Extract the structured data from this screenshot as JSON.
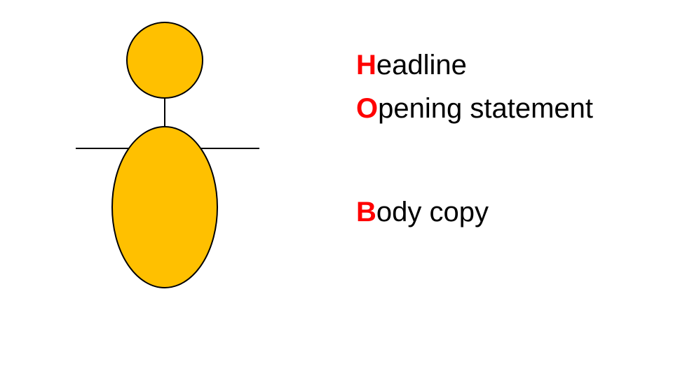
{
  "colors": {
    "figure_fill": "#FFC000",
    "figure_stroke": "#000000",
    "initial_color": "#FF0000",
    "text_color": "#000000",
    "background": "#FFFFFF"
  },
  "mnemonic": {
    "items": [
      {
        "initial": "H",
        "rest": "eadline"
      },
      {
        "initial": "O",
        "rest": "pening statement"
      },
      {
        "initial": "B",
        "rest": "ody copy"
      }
    ]
  }
}
